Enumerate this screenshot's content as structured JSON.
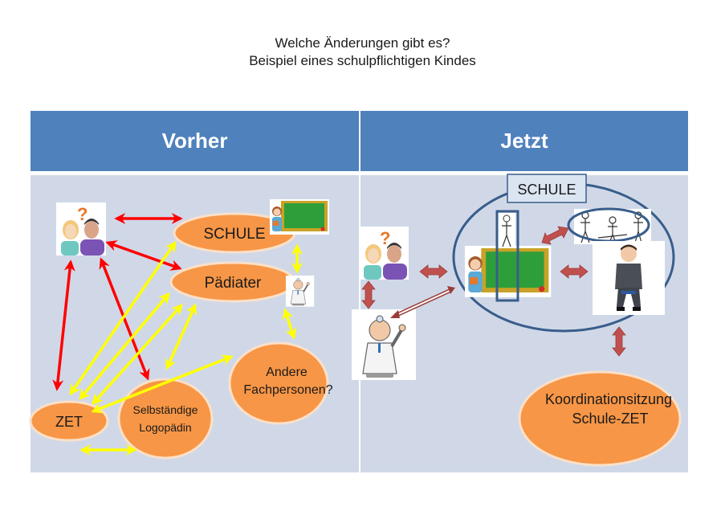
{
  "title": {
    "line1": "Welche Änderungen gibt es?",
    "line2": "Beispiel eines schulpflichtigen Kindes"
  },
  "columns": {
    "left_header": "Vorher",
    "right_header": "Jetzt"
  },
  "vorher": {
    "nodes": {
      "schule": "SCHULE",
      "paediater": "Pädiater",
      "andere_line1": "Andere",
      "andere_line2": "Fachpersonen?",
      "zet": "ZET",
      "logo_line1": "Selbständige",
      "logo_line2": "Logopädin"
    },
    "images": [
      "parents-icon",
      "teacher-blackboard-icon",
      "doctor-icon"
    ]
  },
  "jetzt": {
    "school_label": "SCHULE",
    "koordination_line1": "Koordinationsitzung",
    "koordination_line2": "Schule-ZET",
    "images": [
      "parents-icon",
      "doctor-icon",
      "teacher-blackboard-icon",
      "therapist-sketch-icon",
      "therapists-group-icon",
      "thinking-man-icon"
    ]
  },
  "colors": {
    "header_blue": "#4f81bd",
    "panel_bg": "#d0d8e8",
    "node_orange": "#f79646",
    "node_border": "#fbe0c8",
    "arrow_red": "#ff0000",
    "arrow_yellow": "#ffff00",
    "arrow_darkred": "#c0504d",
    "ellipse_blue": "#385d8a",
    "label_box_fill": "#dbe5f1"
  }
}
